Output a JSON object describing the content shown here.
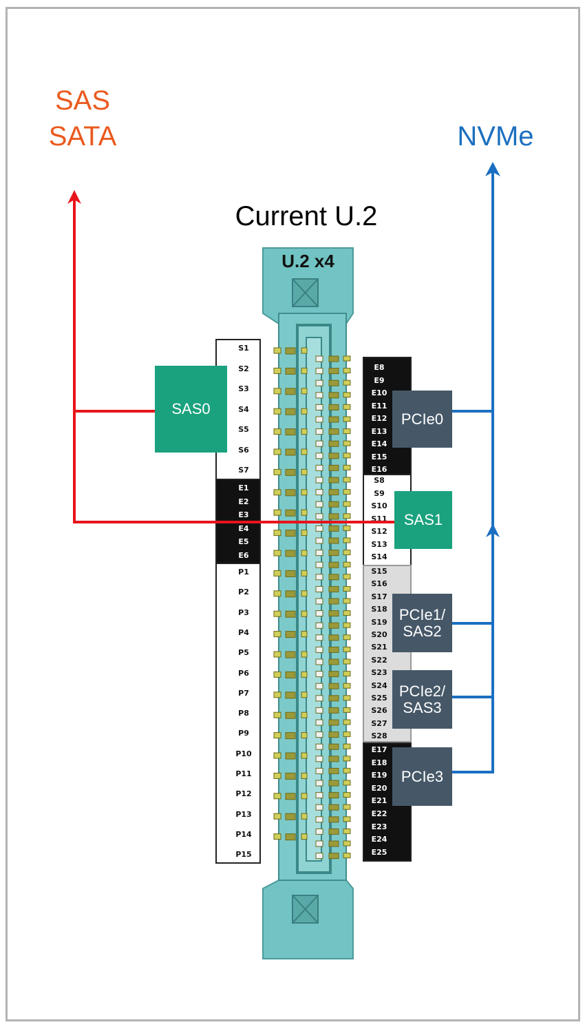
{
  "labels": {
    "sas": "SAS",
    "sata": "SATA",
    "nvme": "NVMe",
    "title": "Current U.2",
    "connector": "U.2 x4"
  },
  "boxes": {
    "sas0": "SAS0",
    "sas1": "SAS1",
    "pcie0": "PCIe0",
    "pcie1_l1": "PCIe1/",
    "pcie1_l2": "SAS2",
    "pcie2_l1": "PCIe2/",
    "pcie2_l2": "SAS3",
    "pcie3": "PCIe3"
  },
  "left_pins": {
    "s": [
      "S1",
      "S2",
      "S3",
      "S4",
      "S5",
      "S6",
      "S7"
    ],
    "e": [
      "E1",
      "E2",
      "E3",
      "E4",
      "E5",
      "E6"
    ],
    "p": [
      "P1",
      "P2",
      "P3",
      "P4",
      "P5",
      "P6",
      "P7",
      "P8",
      "P9",
      "P10",
      "P11",
      "P12",
      "P13",
      "P14",
      "P15"
    ]
  },
  "right_pins": {
    "e_top": [
      "E8",
      "E9",
      "E10",
      "E11",
      "E12",
      "E13",
      "E14",
      "E15",
      "E16"
    ],
    "s_mid": [
      "S8",
      "S9",
      "S10",
      "S11",
      "S12",
      "S13",
      "S14"
    ],
    "s_low": [
      "S15",
      "S16",
      "S17",
      "S18",
      "S19",
      "S20",
      "S21",
      "S22",
      "S23",
      "S24",
      "S25",
      "S26",
      "S27",
      "S28"
    ],
    "e_bot": [
      "E17",
      "E18",
      "E19",
      "E20",
      "E21",
      "E22",
      "E23",
      "E24",
      "E25"
    ]
  },
  "colors": {
    "sas_text": "#ea5a1e",
    "nvme_text": "#1b6fbf",
    "red_line": "#e8141b",
    "blue_line": "#1b6fc2",
    "green_box": "#1aa27e",
    "slate_box": "#465868",
    "teal": "#72c3c3"
  }
}
